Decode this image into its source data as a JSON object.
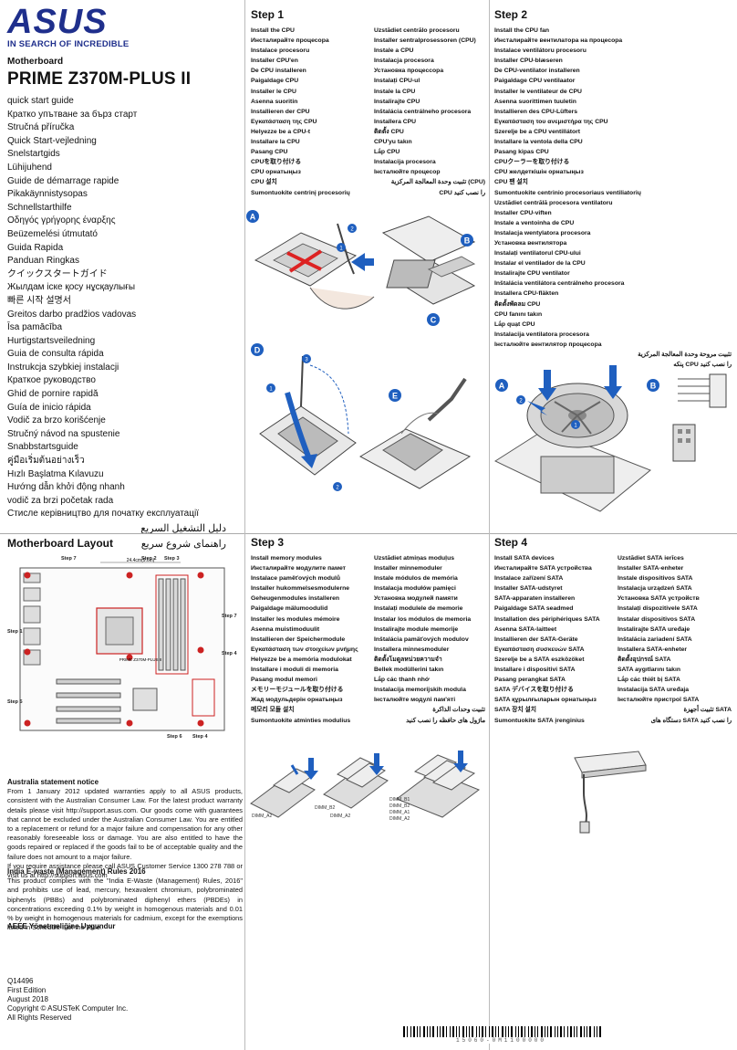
{
  "brand": {
    "logo": "ASUS",
    "tagline": "IN SEARCH OF INCREDIBLE"
  },
  "header": {
    "category": "Motherboard",
    "model": "PRIME Z370M-PLUS II"
  },
  "guide_titles": [
    "quick start guide",
    "Кратко упътване за бърз старт",
    "Stručná příručka",
    "Quick Start-vejledning",
    "Snelstartgids",
    "Lühijuhend",
    "Guide de démarrage rapide",
    "Pikakäynnistysopas",
    "Schnellstarthilfe",
    "Οδηγός γρήγορης έναρξης",
    "Beüzemelési útmutató",
    "Guida Rapida",
    "Panduan Ringkas",
    "クイックスタートガイド",
    "Жылдам іске қосу нұсқаулығы",
    "빠른 시작 설명서",
    "Greitos darbo pradžios vadovas",
    "Īsa pamācība",
    "Hurtigstartsveiledning",
    "Guia de consulta rápida",
    "Instrukcja szybkiej instalacji",
    "Краткое руководство",
    "Ghid de pornire rapidă",
    "Guía de inicio rápida",
    "Vodič za brzo korišćenje",
    "Stručný návod na spustenie",
    "Snabbstartsguide",
    "คู่มือเริ่มต้นอย่างเร็ว",
    "Hızlı Başlatma Kılavuzu",
    "Hướng dẫn khởi động nhanh",
    "vodič za brzi početak rada",
    "Стисле керівництво для початку експлуатації"
  ],
  "guide_titles_rtl": [
    "دليل التشغيل السريع",
    "راهنمای شروع سریع"
  ],
  "step1": {
    "title": "Step 1",
    "col_a": [
      "Install the CPU",
      "Инсталирайте процесора",
      "Instalace procesoru",
      "Installer CPU'en",
      "De CPU installeren",
      "Paigaldage CPU",
      "Installer le CPU",
      "Asenna suoritin",
      "Installieren der CPU",
      "Εγκατάσταση της CPU",
      "Helyezze be a CPU-t",
      "Installare la CPU",
      "Pasang CPU",
      "CPUを取り付ける",
      "CPU орнатыңыз",
      "CPU 설치",
      "Sumontuokite centrinį procesorių"
    ],
    "col_b": [
      "Uzstādiet centrālo procesoru",
      "Installer sentralprosessoren (CPU)",
      "Instale a CPU",
      "Instalacja procesora",
      "Установка процессора",
      "Instalați CPU-ul",
      "Instale la CPU",
      "Instalirajte CPU",
      "Inštalácia centrálneho procesora",
      "Installera CPU",
      "ติดตั้ง CPU",
      "CPU'yu takın",
      "Lắp CPU",
      "Instalacija procesora",
      "Інсталюйте процесор",
      "تثبيت وحدة المعالجة المركزية (CPU)",
      "CPU را نصب کنید"
    ],
    "figure_labels": {
      "a": "A",
      "b": "B",
      "c": "C",
      "d": "D",
      "e": "E",
      "n1": "1",
      "n2": "2",
      "n3": "3"
    }
  },
  "step2": {
    "title": "Step 2",
    "col": [
      "Install the CPU fan",
      "Инсталирайте вентилатора на процесора",
      "Instalace ventilátoru procesoru",
      "Installer CPU-blæseren",
      "De CPU-ventilator installeren",
      "Paigaldage CPU ventilaator",
      "Installer le ventilateur de CPU",
      "Asenna suorittimen tuuletin",
      "Installieren des CPU-Lüfters",
      "Εγκατάσταση του ανεμιστήρα της CPU",
      "Szerelje be a CPU ventillátort",
      "Installare la ventola della CPU",
      "Pasang kipas CPU",
      "CPUクーラーを取り付ける",
      "CPU желдеткішін орнатыңыз",
      "CPU 팬 설치",
      "Sumontuokite centrinio procesoriaus ventiliatorių",
      "Uzstādiet centrālā procesora ventilatoru",
      "Installer CPU-viften",
      "Instale a ventoinha de CPU",
      "Instalacja wentylatora procesora",
      "Установка вентилятора",
      "Instalați ventilatorul CPU-ului",
      "Instalar el ventilador de la CPU",
      "Instalirajte CPU ventilator",
      "Inštalácia ventilátora centrálneho procesora",
      "Installera CPU-fläkten",
      "ติดตั้งพัดลม CPU",
      "CPU fanını takın",
      "Lắp quạt CPU",
      "Instalacija ventilatora procesora",
      "Інсталюйте вентилятор процесора",
      "تثبيت مروحة وحدة المعالجة المركزية",
      "پنکه CPU را نصب کنید"
    ],
    "figure_labels": {
      "a": "A",
      "b": "B",
      "n1": "1",
      "n2": "2"
    }
  },
  "layout": {
    "title": "Motherboard Layout",
    "callouts": [
      "Step 1",
      "Step 2",
      "Step 3",
      "Step 4",
      "Step 5",
      "Step 6",
      "Step 7"
    ],
    "dimension": "24.4cm(9.6in)",
    "board_name": "PRIME Z370M-PLUS II"
  },
  "step3": {
    "title": "Step 3",
    "col_a": [
      "Install memory modules",
      "Инсталирайте модулите памет",
      "Instalace paměťových modulů",
      "Installer hukommelsesmodulerne",
      "Geheugenmodules installeren",
      "Paigaldage mälumoodulid",
      "Installer les modules mémoire",
      "Asenna muistimoduulit",
      "Installieren der Speichermodule",
      "Εγκατάσταση των στοιχείων μνήμης",
      "Helyezze be a memória modulokat",
      "Installare i moduli di memoria",
      "Pasang modul memori",
      "メモリーモジュールを取り付ける",
      "Жад модульдерін орнатыңыз",
      "메모리 모듈 설치",
      "Sumontuokite atminties modulius"
    ],
    "col_b": [
      "Uzstādiet atmiņas moduļus",
      "Installer minnemoduler",
      "Instale módulos de memória",
      "Instalacja modułów pamięci",
      "Установка модулей памяти",
      "Instalați modulele de memorie",
      "Instalar los módulos de memoria",
      "Instalirajte module memorije",
      "Inštalácia pamäťových modulov",
      "Installera minnesmoduler",
      "ติดตั้งโมดูลหน่วยความจำ",
      "Bellek modüllerini takın",
      "Lắp các thanh nhớ",
      "Instalacija memorijskih modula",
      "Інсталюйте модулі пам'яті",
      "تثبيت وحدات الذاكرة",
      "ماژول های حافظه را نصب کنید"
    ],
    "dimm_labels": [
      "DIMM_A2",
      "DIMM_B2",
      "DIMM_A2",
      "DIMM_B1",
      "DIMM_B2",
      "DIMM_A1",
      "DIMM_A2"
    ]
  },
  "step4": {
    "title": "Step 4",
    "col_a": [
      "Install SATA devices",
      "Инсталирайте SATA устройства",
      "Instalace zařízení SATA",
      "Installer SATA-udstyret",
      "SATA-apparaten installeren",
      "Paigaldage SATA seadmed",
      "Installation des périphériques SATA",
      "Asenna SATA-laitteet",
      "Installieren der SATA-Geräte",
      "Εγκατάσταση συσκευών SATA",
      "Szerelje be a SATA eszközöket",
      "Installare i dispositivi SATA",
      "Pasang perangkat SATA",
      "SATA デバイスを取り付ける",
      "SATA құрылғыларын орнатыңыз",
      "SATA 장치 설치",
      "Sumontuokite SATA įrenginius"
    ],
    "col_b": [
      "Uzstādiet SATA ierīces",
      "Installer SATA-enheter",
      "Instale dispositivos SATA",
      "Instalacja urządzeń SATA",
      "Установка SATA устройств",
      "Instalați dispozitivele SATA",
      "Instalar dispositivos SATA",
      "Instalirajte SATA uređaje",
      "Inštalácia zariadení SATA",
      "Installera SATA-enheter",
      "ติดตั้งอุปกรณ์ SATA",
      "SATA aygıtlarını takın",
      "Lắp các thiết bị SATA",
      "Instalacija SATA uređaja",
      "Інсталюйте пристрої SATA",
      "تثبيت أجهزة SATA",
      "دستگاه های SATA را نصب کنید"
    ]
  },
  "notices": {
    "australia_title": "Australia statement notice",
    "australia_body": "From 1 January 2012 updated warranties apply to all ASUS products, consistent with the Australian Consumer Law. For the latest product warranty details please visit http://support.asus.com. Our goods come with guarantees that cannot be excluded under the Australian Consumer Law. You are entitled to a replacement or refund for a major failure and compensation for any other reasonably foreseeable loss or damage. You are also entitled to have the goods repaired or replaced if the goods fail to be of acceptable quality and the failure does not amount to a major failure.",
    "australia_help": "If you require assistance please call ASUS Customer Service 1300 278 788 or visit us at http://support.asus.com",
    "india_title": "India E-waste (Management) Rules 2016",
    "india_body": "This product complies with the \"India E-Waste (Management) Rules, 2016\" and prohibits use of lead, mercury, hexavalent chromium, polybrominated biphenyls (PBBs) and polybrominated diphenyl ethers (PBDEs) in concentrations exceeding 0.1% by weight in homogenous materials and 0.01 % by weight in homogenous materials for cadmium, except for the exemptions listed in Schedule II of the Rule.",
    "turkey_title": "AEEE Yönetmeliğine Uygundur"
  },
  "footer": {
    "code": "Q14496",
    "edition": "First Edition",
    "date": "August 2018",
    "copyright": "Copyright © ASUSTeK Computer Inc.",
    "rights": "All Rights Reserved",
    "barcode_text": "15060-0M1100000"
  },
  "colors": {
    "brand": "#1f2f8c",
    "badge": "#1f5fbf",
    "callout_red": "#cc2222",
    "board_green": "#2a7a3a"
  }
}
